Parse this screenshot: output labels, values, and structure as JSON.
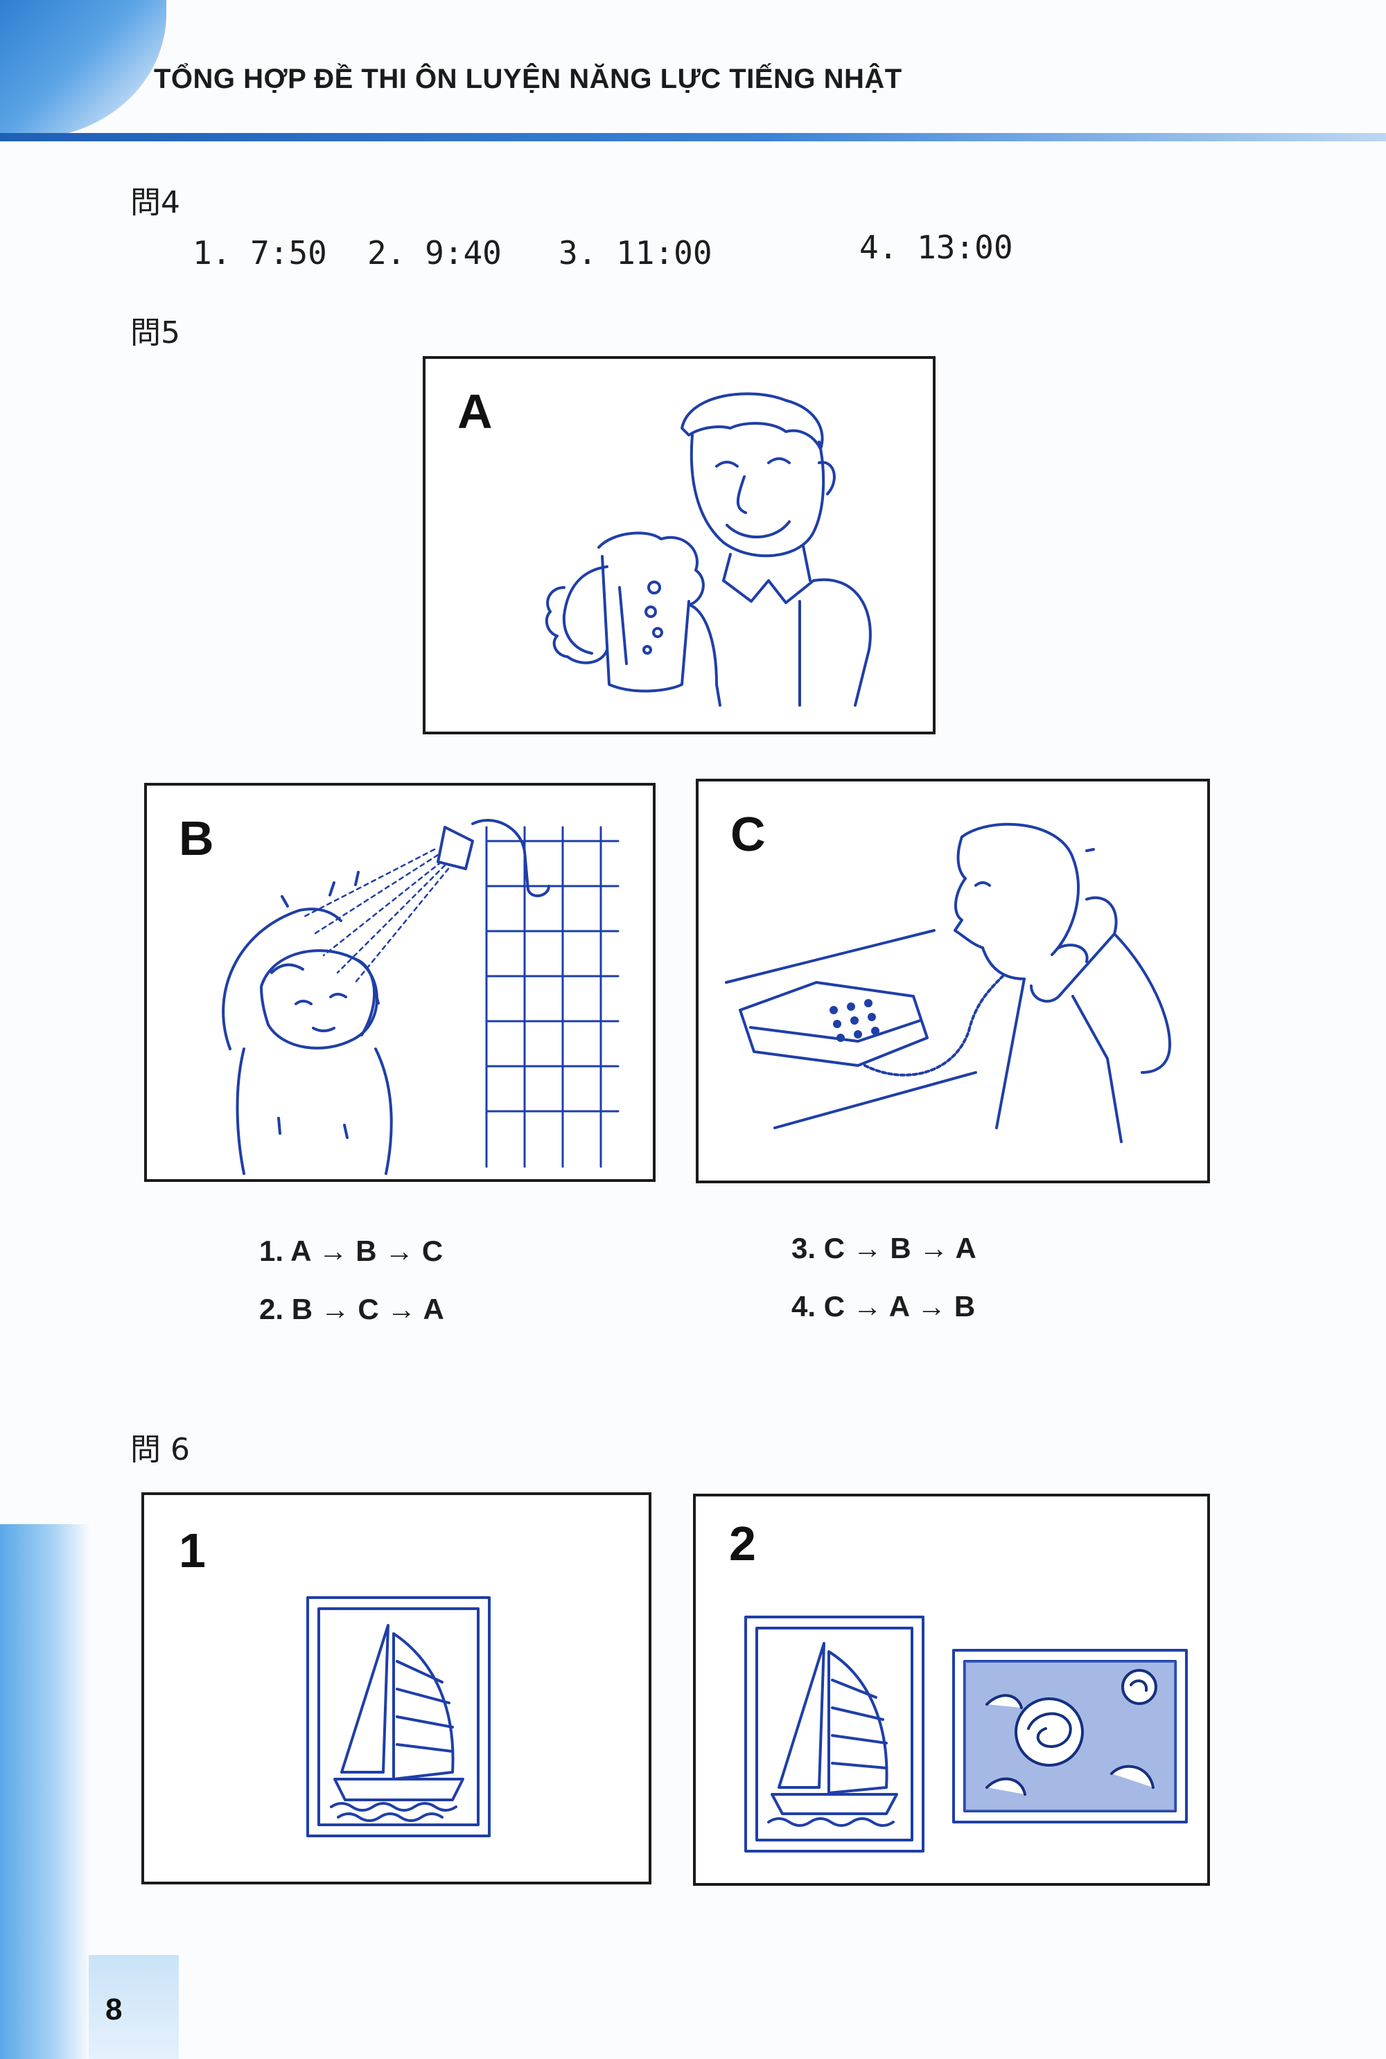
{
  "header": {
    "title": "TỔNG HỢP ĐỀ THI ÔN LUYỆN NĂNG LỰC TIẾNG NHẬT"
  },
  "q4": {
    "label": "問4",
    "options": [
      "1. 7:50",
      "2. 9:40",
      "3. 11:00",
      "4. 13:00"
    ]
  },
  "q5": {
    "label": "問5",
    "panels": [
      {
        "letter": "A",
        "icon": "man-drinking-beer-illustration"
      },
      {
        "letter": "B",
        "icon": "person-showering-illustration"
      },
      {
        "letter": "C",
        "icon": "man-on-telephone-illustration"
      }
    ],
    "options": [
      "1. A → B → C",
      "2. B → C → A",
      "3. C → B → A",
      "4. C → A → B"
    ]
  },
  "q6": {
    "label": "問 6",
    "panels": [
      {
        "number": "1",
        "icon": "sailboat-picture-frame"
      },
      {
        "number": "2",
        "icon": "sailboat-and-rose-picture-frames"
      }
    ]
  },
  "page": {
    "number": "8"
  },
  "colors": {
    "accent_blue": "#2f7fd0",
    "line_art": "#1f3fa8",
    "text": "#1a1a1a"
  }
}
